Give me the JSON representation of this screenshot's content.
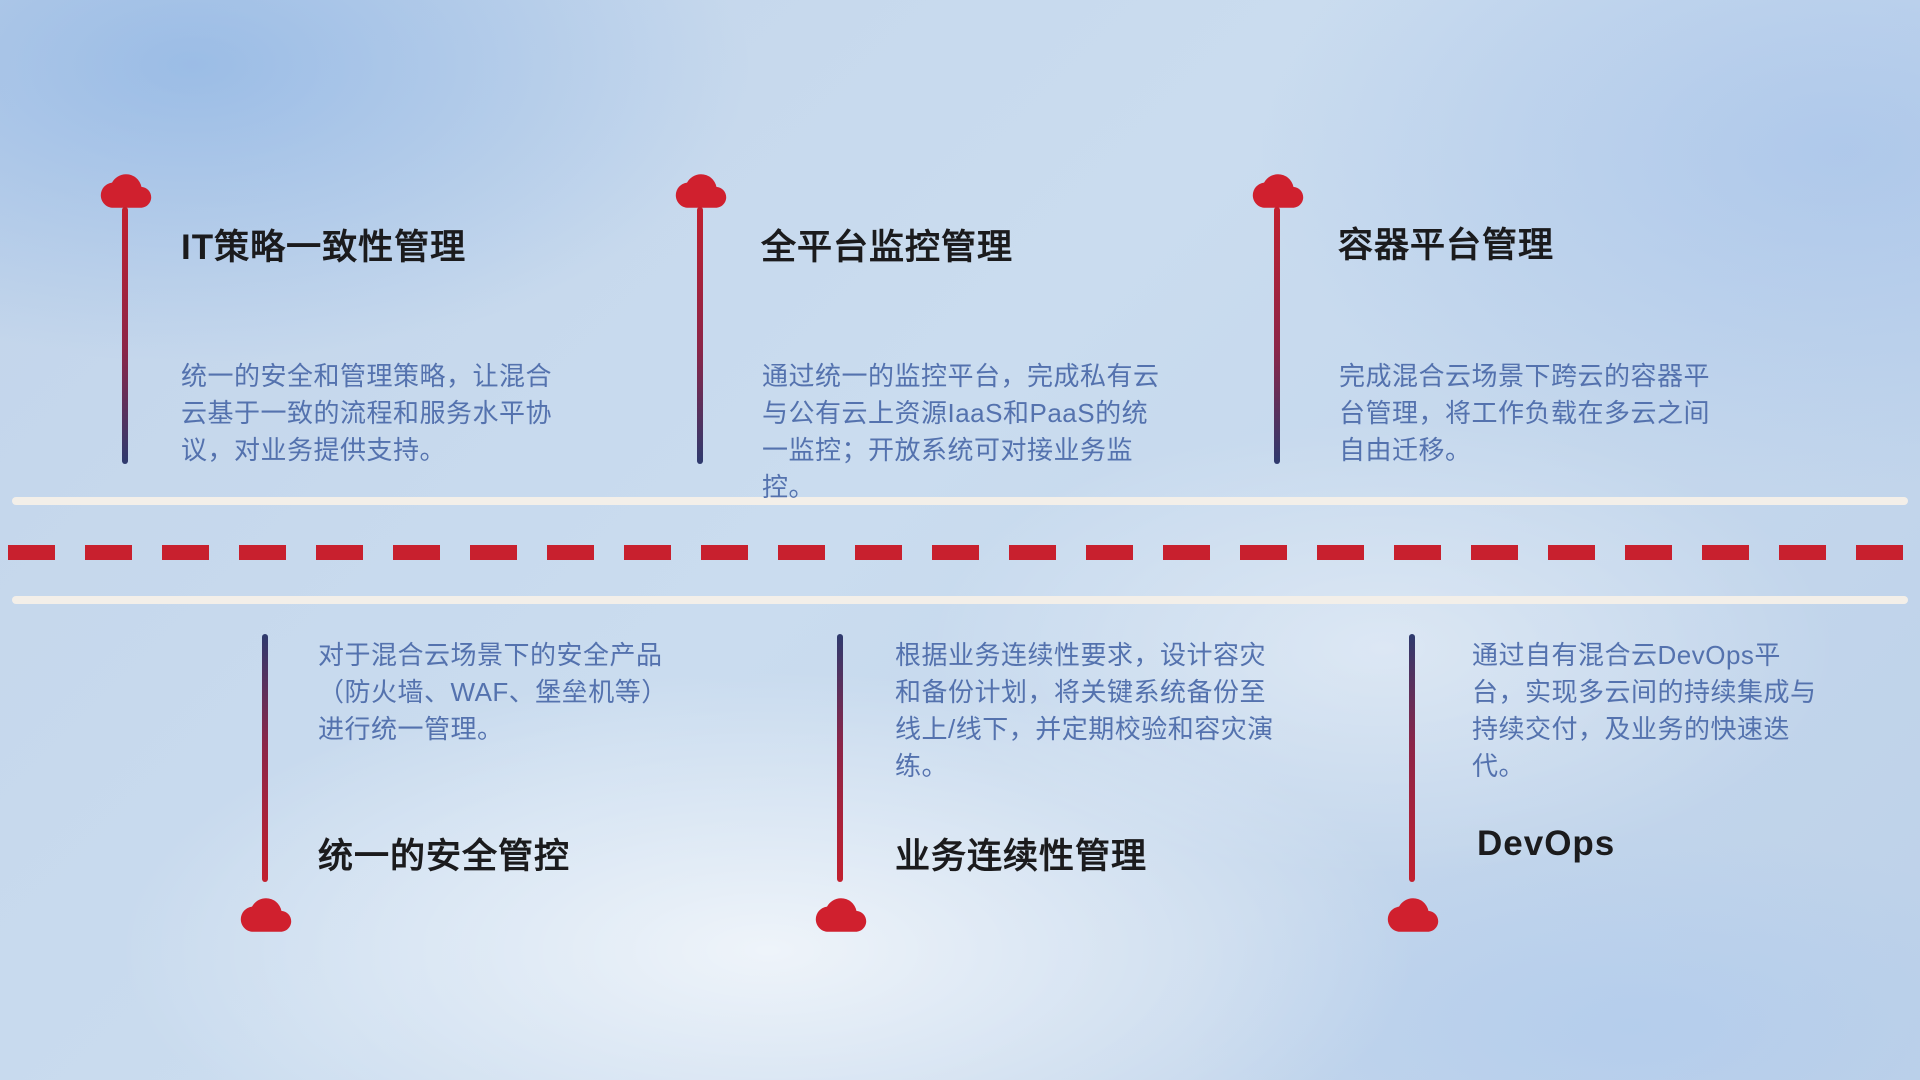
{
  "diagram": {
    "theme": "hybrid-cloud-management-capabilities",
    "colors": {
      "cloud": "#d0202e",
      "title": "#1b1b1d",
      "description": "#5472ae",
      "line_red": "#c2202e",
      "line_navy": "#2e3a6e",
      "road_dash": "#c8202e",
      "road_edge": "#f3efe9",
      "background": "#c5d7ec"
    }
  },
  "items": [
    {
      "title": "IT策略一致性管理",
      "desc": "统一的安全和管理策略，让混合云基于一致的流程和服务水平协议，对业务提供支持。",
      "position": "top"
    },
    {
      "title": "全平台监控管理",
      "desc": "通过统一的监控平台，完成私有云与公有云上资源IaaS和PaaS的统一监控；开放系统可对接业务监控。",
      "position": "top"
    },
    {
      "title": "容器平台管理",
      "desc": "完成混合云场景下跨云的容器平台管理，将工作负载在多云之间自由迁移。",
      "position": "top"
    },
    {
      "title": "统一的安全管控",
      "desc": "对于混合云场景下的安全产品（防火墙、WAF、堡垒机等）进行统一管理。",
      "position": "bottom"
    },
    {
      "title": "业务连续性管理",
      "desc": "根据业务连续性要求，设计容灾和备份计划，将关键系统备份至线上/线下，并定期校验和容灾演练。",
      "position": "bottom"
    },
    {
      "title": "DevOps",
      "desc": "通过自有混合云DevOps平台，实现多云间的持续集成与持续交付，及业务的快速迭代。",
      "position": "bottom"
    }
  ]
}
